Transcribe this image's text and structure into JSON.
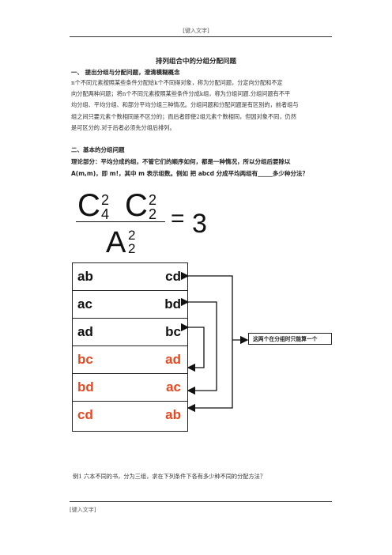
{
  "header": {
    "text": "[键入文字]"
  },
  "footer": {
    "text": "[键入文字]"
  },
  "doc": {
    "title": "排列组合中的分组分配问题",
    "section1": {
      "heading": "一、   提出分组与分配问题，澄清模糊概念",
      "lines": [
        "n个不同元素按照某些条件分配给k个不同得对象，称为分配问题，分定向分配和不定",
        "向分配两种问题；将n个不同元素按照某些条件分成k组，称为分组问题.分组问题有不平",
        "均分组、平均分组、和部分平均分组三种情况。分组问题和分配问题是有区别的，前者组与",
        "组之间只要元素个数相同是不区分的；而后者即使2组元素个数相同，但因对象不同，仍然",
        "是可区分的.对于后者必须先分组后排列。"
      ]
    },
    "section2": {
      "heading": "二、基本的分组问题",
      "theory_lines": [
        "理论部分：平均分成的组，不管它们的顺序如何，都是一种情况，所以分组后要除以",
        "A(m,m)，即 m!，其中 m 表示组数。例如  把 abcd 分成平均两组有_____多少种分法？"
      ]
    },
    "formula": {
      "C": "C",
      "sup1": "2",
      "sub1": "4",
      "sup2": "2",
      "sub2": "2",
      "A": "A",
      "sup3": "2",
      "sub3": "2",
      "equals": "=",
      "result": "3"
    },
    "grid": [
      {
        "left": "ab",
        "right": "cd",
        "color": "#111111"
      },
      {
        "left": "ac",
        "right": "bd",
        "color": "#111111"
      },
      {
        "left": "ad",
        "right": "bc",
        "color": "#111111"
      },
      {
        "left": "bc",
        "right": "ad",
        "color": "#e8481f"
      },
      {
        "left": "bd",
        "right": "ac",
        "color": "#e8481f"
      },
      {
        "left": "cd",
        "right": "ab",
        "color": "#e8481f"
      }
    ],
    "callout": "这两个在分组时只能算一个",
    "example": "例1    六本不同的书，分为三组，求在下列条件下各有多少种不同的分配方法？"
  }
}
